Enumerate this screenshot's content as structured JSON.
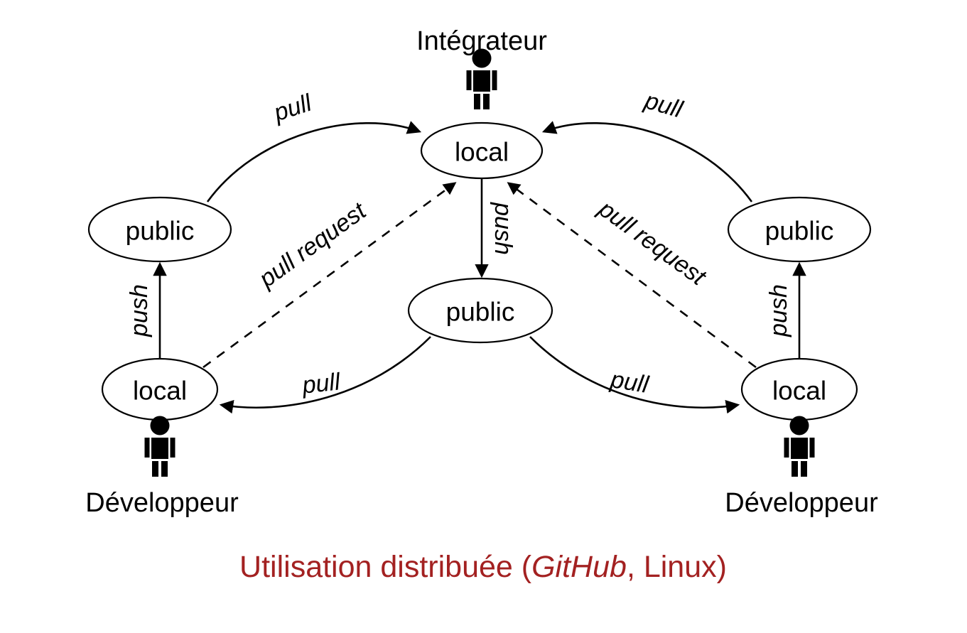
{
  "caption": {
    "prefix": "Utilisation distribuée (",
    "emphasis": "GitHub",
    "suffix": ", Linux)",
    "color": "#A32121"
  },
  "roles": {
    "integrator": "Intégrateur",
    "developer_left": "Développeur",
    "developer_right": "Développeur"
  },
  "nodes": {
    "integrator_local": "local",
    "integrator_public": "public",
    "left_public": "public",
    "left_local": "local",
    "right_public": "public",
    "right_local": "local"
  },
  "edges": {
    "pull_left_top": "pull",
    "pull_right_top": "pull",
    "pull_request_left": "pull request",
    "pull_request_right": "pull request",
    "push_center": "push",
    "push_left": "push",
    "push_right": "push",
    "pull_left_bottom": "pull",
    "pull_right_bottom": "pull"
  },
  "icons": {
    "person": "person-pictogram-icon"
  }
}
